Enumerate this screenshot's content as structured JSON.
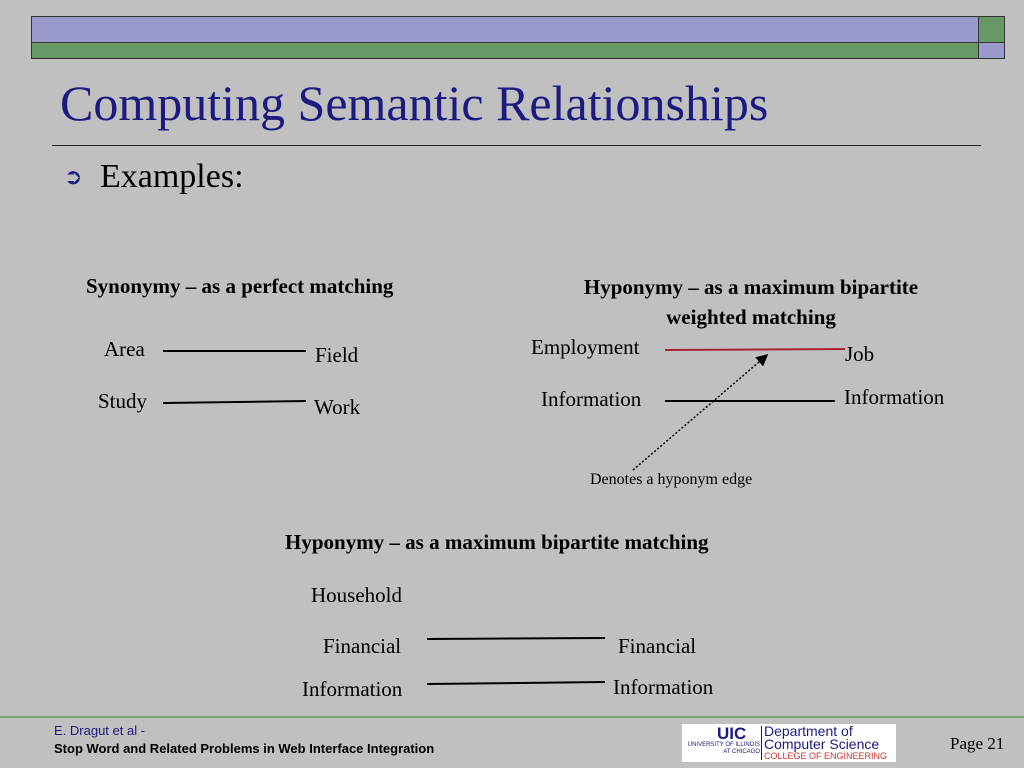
{
  "slide": {
    "title": "Computing Semantic Relationships",
    "bullet": "Examples:",
    "bullet_icon": "arrow-circle-icon"
  },
  "synonymy": {
    "heading": "Synonymy – as a perfect matching",
    "left": [
      "Area",
      "Study"
    ],
    "right": [
      "Field",
      "Work"
    ]
  },
  "hyponymy_weighted": {
    "heading_line1": "Hyponymy – as a maximum bipartite",
    "heading_line2": "weighted matching",
    "left": [
      "Employment",
      "Information"
    ],
    "right": [
      "Job",
      "Information"
    ],
    "annotation": "Denotes a hyponym edge",
    "hyponym_edge_color": "#aa1f3a"
  },
  "hyponymy_matching": {
    "heading": "Hyponymy – as a maximum bipartite matching",
    "left": [
      "Household",
      "Financial",
      "Information"
    ],
    "right": [
      "Financial",
      "Information"
    ]
  },
  "footer": {
    "author": "E. Dragut et al -",
    "paper": "Stop Word and Related Problems in Web Interface Integration",
    "page": "Page 21",
    "logo_uic": "UIC",
    "logo_university_line1": "UNIVERSITY OF ILLINOIS",
    "logo_university_line2": "AT CHICAGO",
    "logo_dept_line1": "Department of",
    "logo_dept_line2": "Computer Science",
    "logo_college": "COLLEGE OF ENGINEERING"
  },
  "colors": {
    "background": "#c0c0c0",
    "title": "#1a1a80",
    "bar_purple": "#9999cc",
    "bar_green": "#669966"
  }
}
